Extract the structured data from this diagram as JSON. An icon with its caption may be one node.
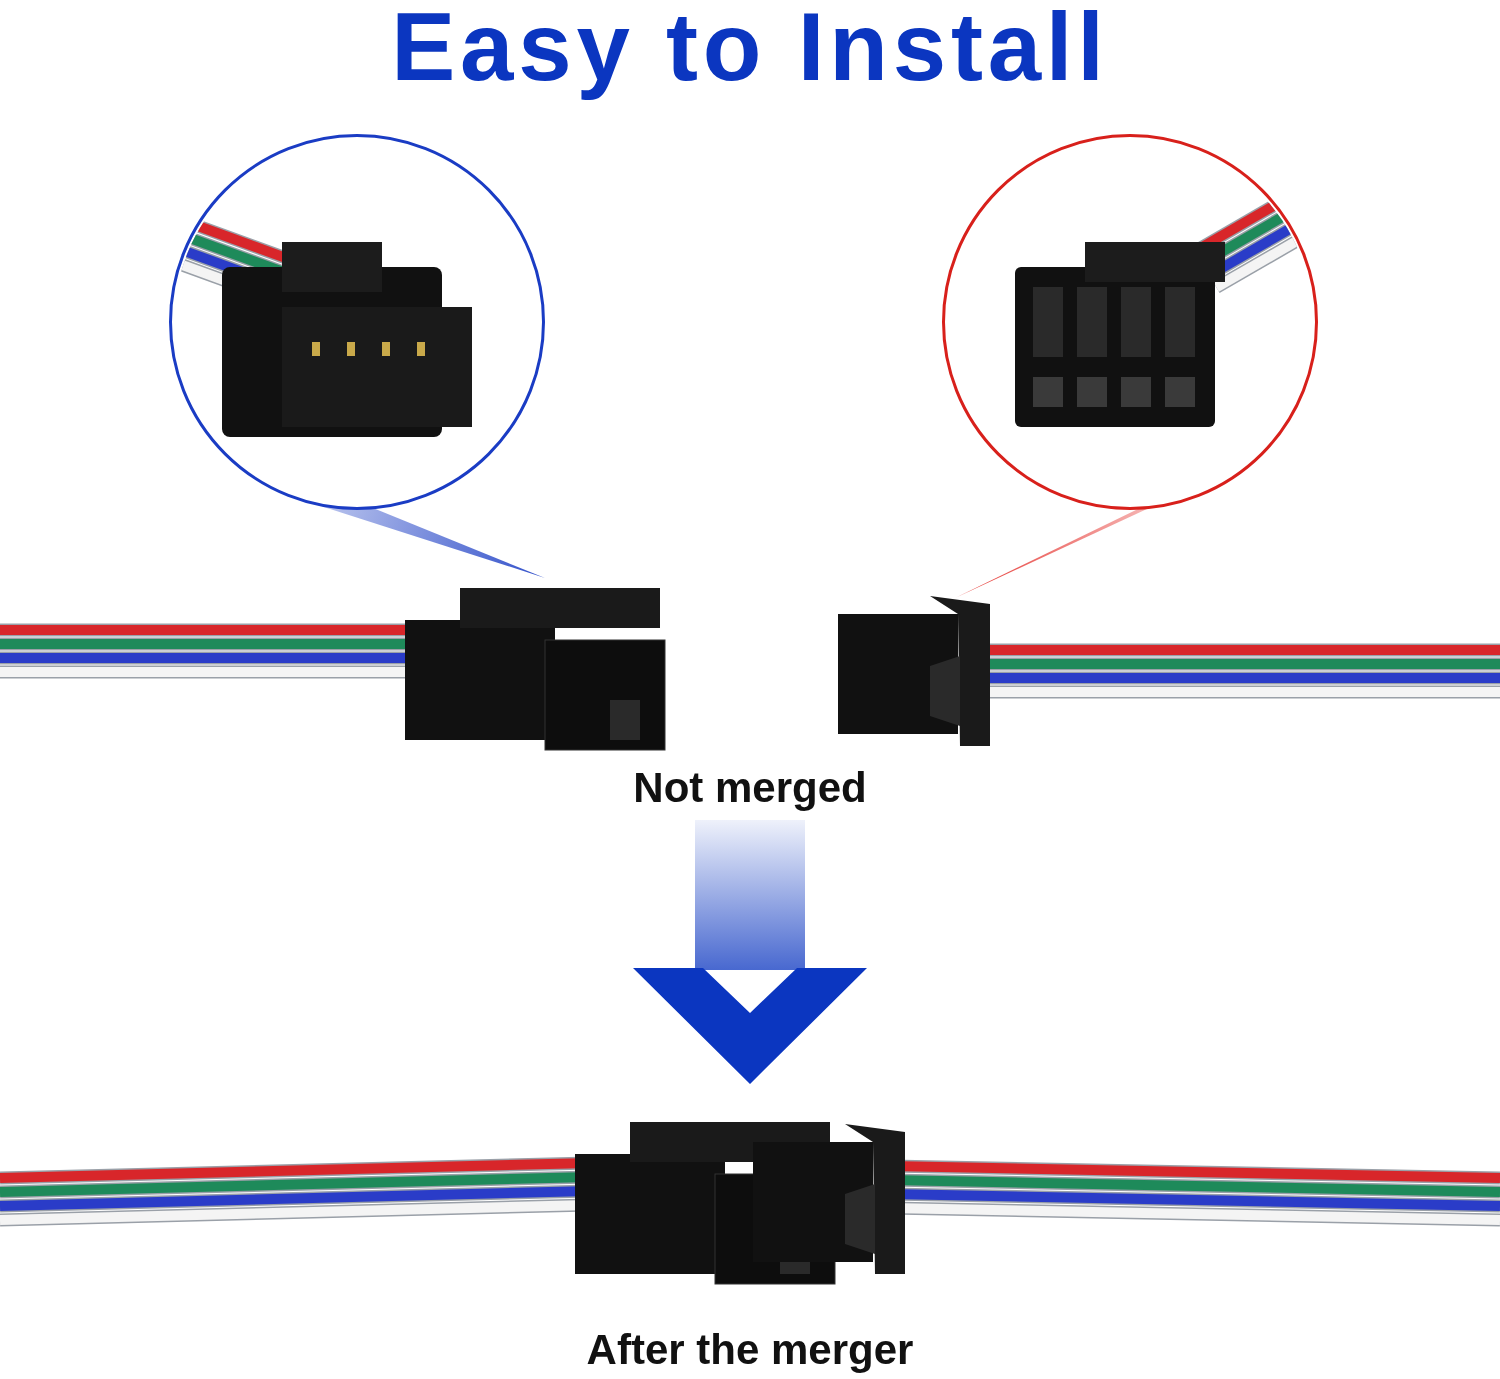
{
  "diagram": {
    "title": "Easy to Install",
    "nodes": [
      {
        "text": [],
        "shape": "circle"
      },
      {
        "text": [],
        "shape": "circle"
      },
      {
        "text": [],
        "shape": "picture"
      },
      {
        "text": [],
        "shape": "picture"
      },
      {
        "text": [
          "Not merged"
        ]
      },
      {
        "text": [],
        "shape": "picture",
        "beside": [
          "After the merger"
        ]
      }
    ],
    "edges": [
      {
        "from": 2,
        "to": 0,
        "arrow": "none",
        "color": "#1a3cc4"
      },
      {
        "from": 3,
        "to": 1,
        "arrow": "none",
        "color": "#e3201b"
      },
      {
        "from": 4,
        "to": 5,
        "arrow": "to",
        "style": "thick",
        "color": "#0b36c0"
      }
    ]
  }
}
